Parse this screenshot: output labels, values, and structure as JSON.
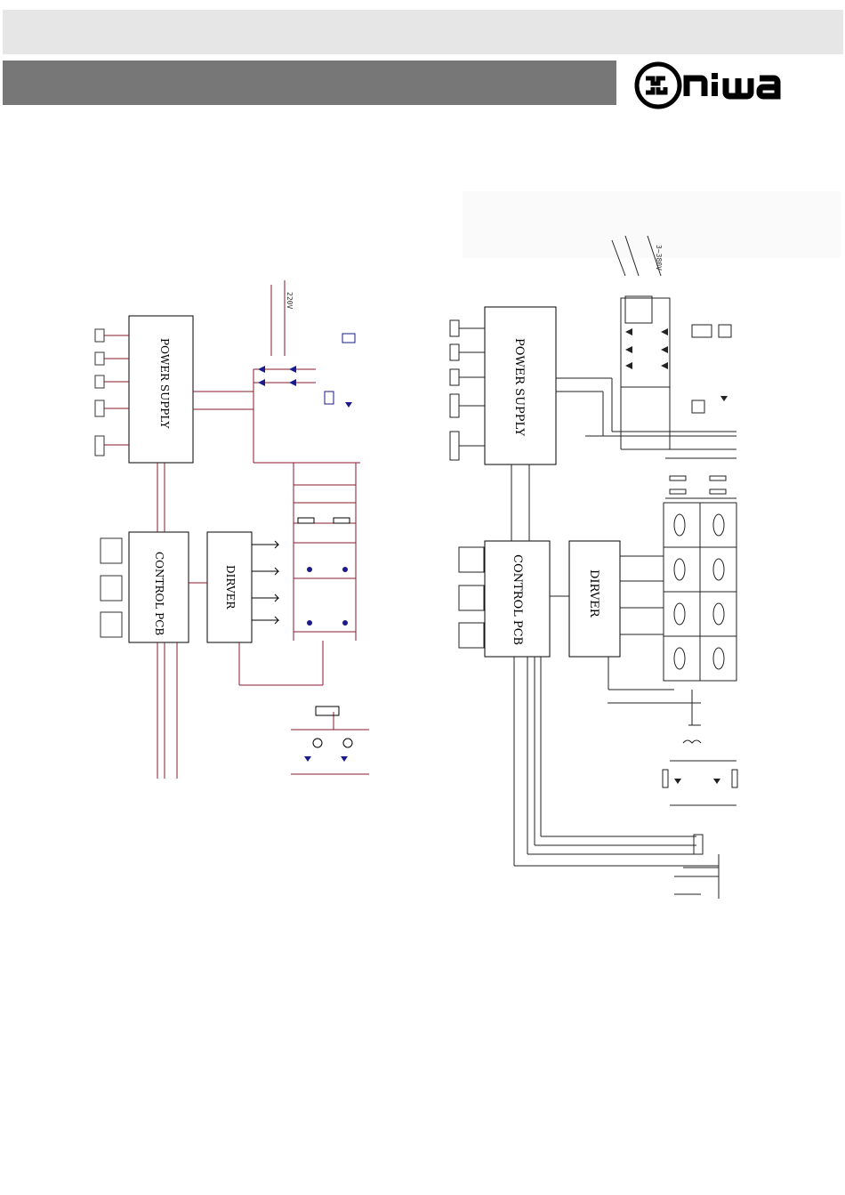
{
  "brand": {
    "name": "niwa"
  },
  "left_diagram": {
    "blocks": {
      "power_supply": "POWER SUPPLY",
      "control_pcb": "CONTROL PCB",
      "driver": "DIRVER"
    },
    "mains_label": "220V"
  },
  "right_diagram": {
    "blocks": {
      "power_supply": "POWER SUPPLY",
      "control_pcb": "CONTROL PCB",
      "driver": "DIRVER"
    },
    "mains_label": "3~380V"
  },
  "colors": {
    "header_light": "#e6e6e6",
    "header_dark": "#777777",
    "wire_red": "#8a1a2a",
    "wire_dark": "#333333"
  }
}
